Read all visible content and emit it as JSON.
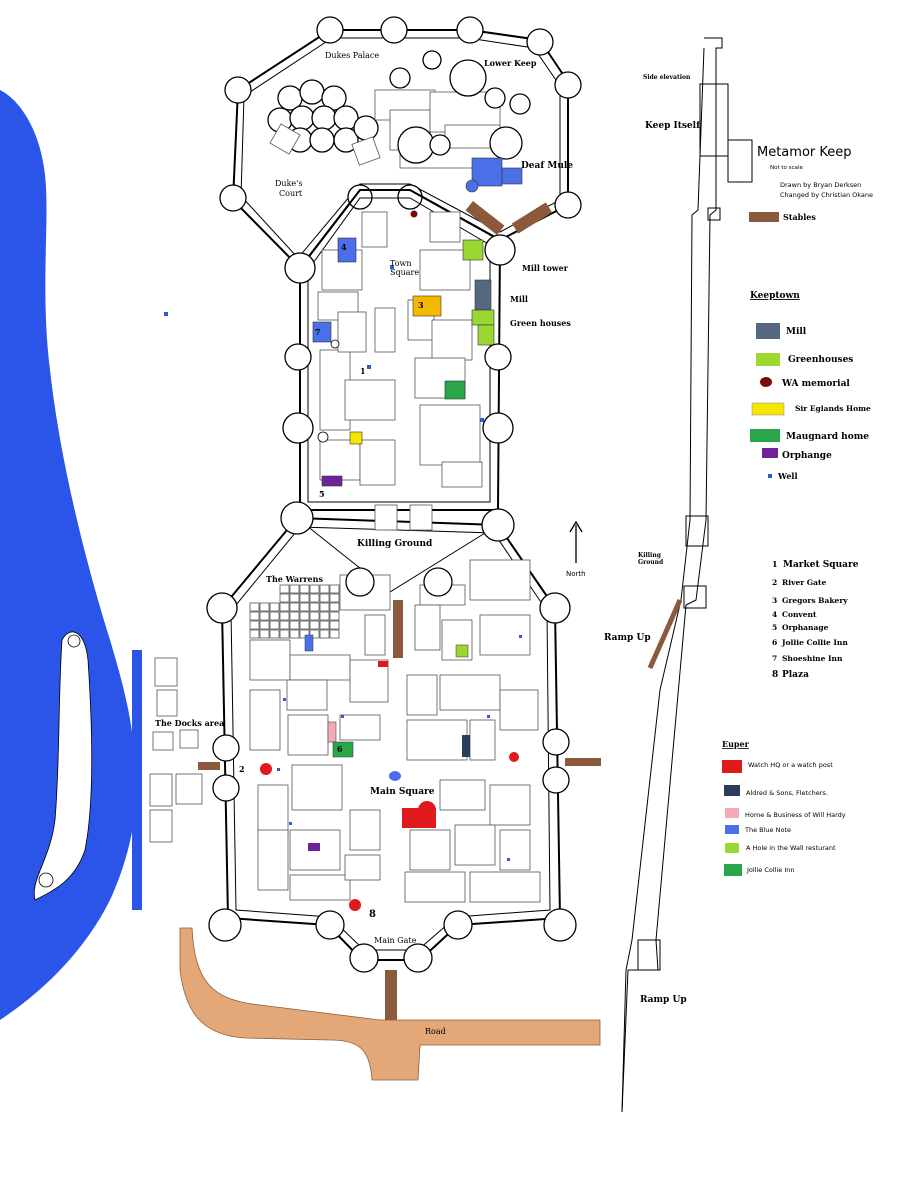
{
  "title": {
    "main": "Metamor Keep",
    "scale": "Not to scale",
    "credit1": "Drawn by Bryan Derksen",
    "credit2": "Changed by Christian Okane"
  },
  "map_labels": {
    "dukes_palace": "Dukes Palace",
    "lower_keep": "Lower Keep",
    "deaf_mule": "Deaf Mule",
    "dukes_court_1": "Duke's",
    "dukes_court_2": "Court",
    "town_square_1": "Town",
    "town_square_2": "Square",
    "mill_tower": "Mill tower",
    "mill": "Mill",
    "green_houses": "Green houses",
    "killing_ground": "Killing Ground",
    "the_warrens": "The Warrens",
    "docks_area": "The Docks area",
    "main_square": "Main Square",
    "main_gate": "Main Gate",
    "road": "Road",
    "north": "North",
    "side_elevation": "Side elevation",
    "keep_itself": "Keep Itself",
    "killing_ground_side_1": "Killing",
    "killing_ground_side_2": "Ground",
    "ramp_up_1": "Ramp Up",
    "ramp_up_2": "Ramp Up",
    "stables": "Stables"
  },
  "map_numbers": {
    "n1": "1",
    "n2": "2",
    "n3": "3",
    "n4": "4",
    "n5": "5",
    "n6": "6",
    "n7": "7",
    "n8": "8"
  },
  "keeptown_legend": {
    "heading": "Keeptown",
    "items": [
      {
        "label": "Mill",
        "color": "#56687f"
      },
      {
        "label": "Greenhouses",
        "color": "#9ad733"
      },
      {
        "label": "WA memorial",
        "color": "#7a0a0a"
      },
      {
        "label": "Sir Eglands Home",
        "color": "#f5e600"
      },
      {
        "label": "Maugnard home",
        "color": "#2aa64a"
      },
      {
        "label": "Orphange",
        "color": "#6c2496"
      },
      {
        "label": "Well",
        "color": "#2f5bd6"
      }
    ]
  },
  "places_legend": {
    "items": [
      {
        "num": "1",
        "label": "Market Square"
      },
      {
        "num": "2",
        "label": "River Gate"
      },
      {
        "num": "3",
        "label": "Gregors Bakery"
      },
      {
        "num": "4",
        "label": "Convent"
      },
      {
        "num": "5",
        "label": "Orphanage"
      },
      {
        "num": "6",
        "label": "Jollie Collie Inn"
      },
      {
        "num": "7",
        "label": "Shoeshine Inn"
      },
      {
        "num": "8",
        "label": "Plaza"
      }
    ]
  },
  "euper_legend": {
    "heading": "Euper",
    "items": [
      {
        "label": "Watch HQ or a watch post",
        "color": "#e0191f"
      },
      {
        "label": "Aldred & Sons, Fletchers.",
        "color": "#2c3d5c"
      },
      {
        "label": "Home & Business of Will Hardy",
        "color": "#f5a9b8"
      },
      {
        "label": "The Blue Note",
        "color": "#4a6fe8"
      },
      {
        "label": "A Hole in the Wall resturant",
        "color": "#9ad733"
      },
      {
        "label": "Jollie Collie Inn",
        "color": "#2aa64a"
      }
    ]
  },
  "colors": {
    "river": "#2a55e8",
    "road": "#e4a878",
    "stables": "#8b5a3c"
  }
}
